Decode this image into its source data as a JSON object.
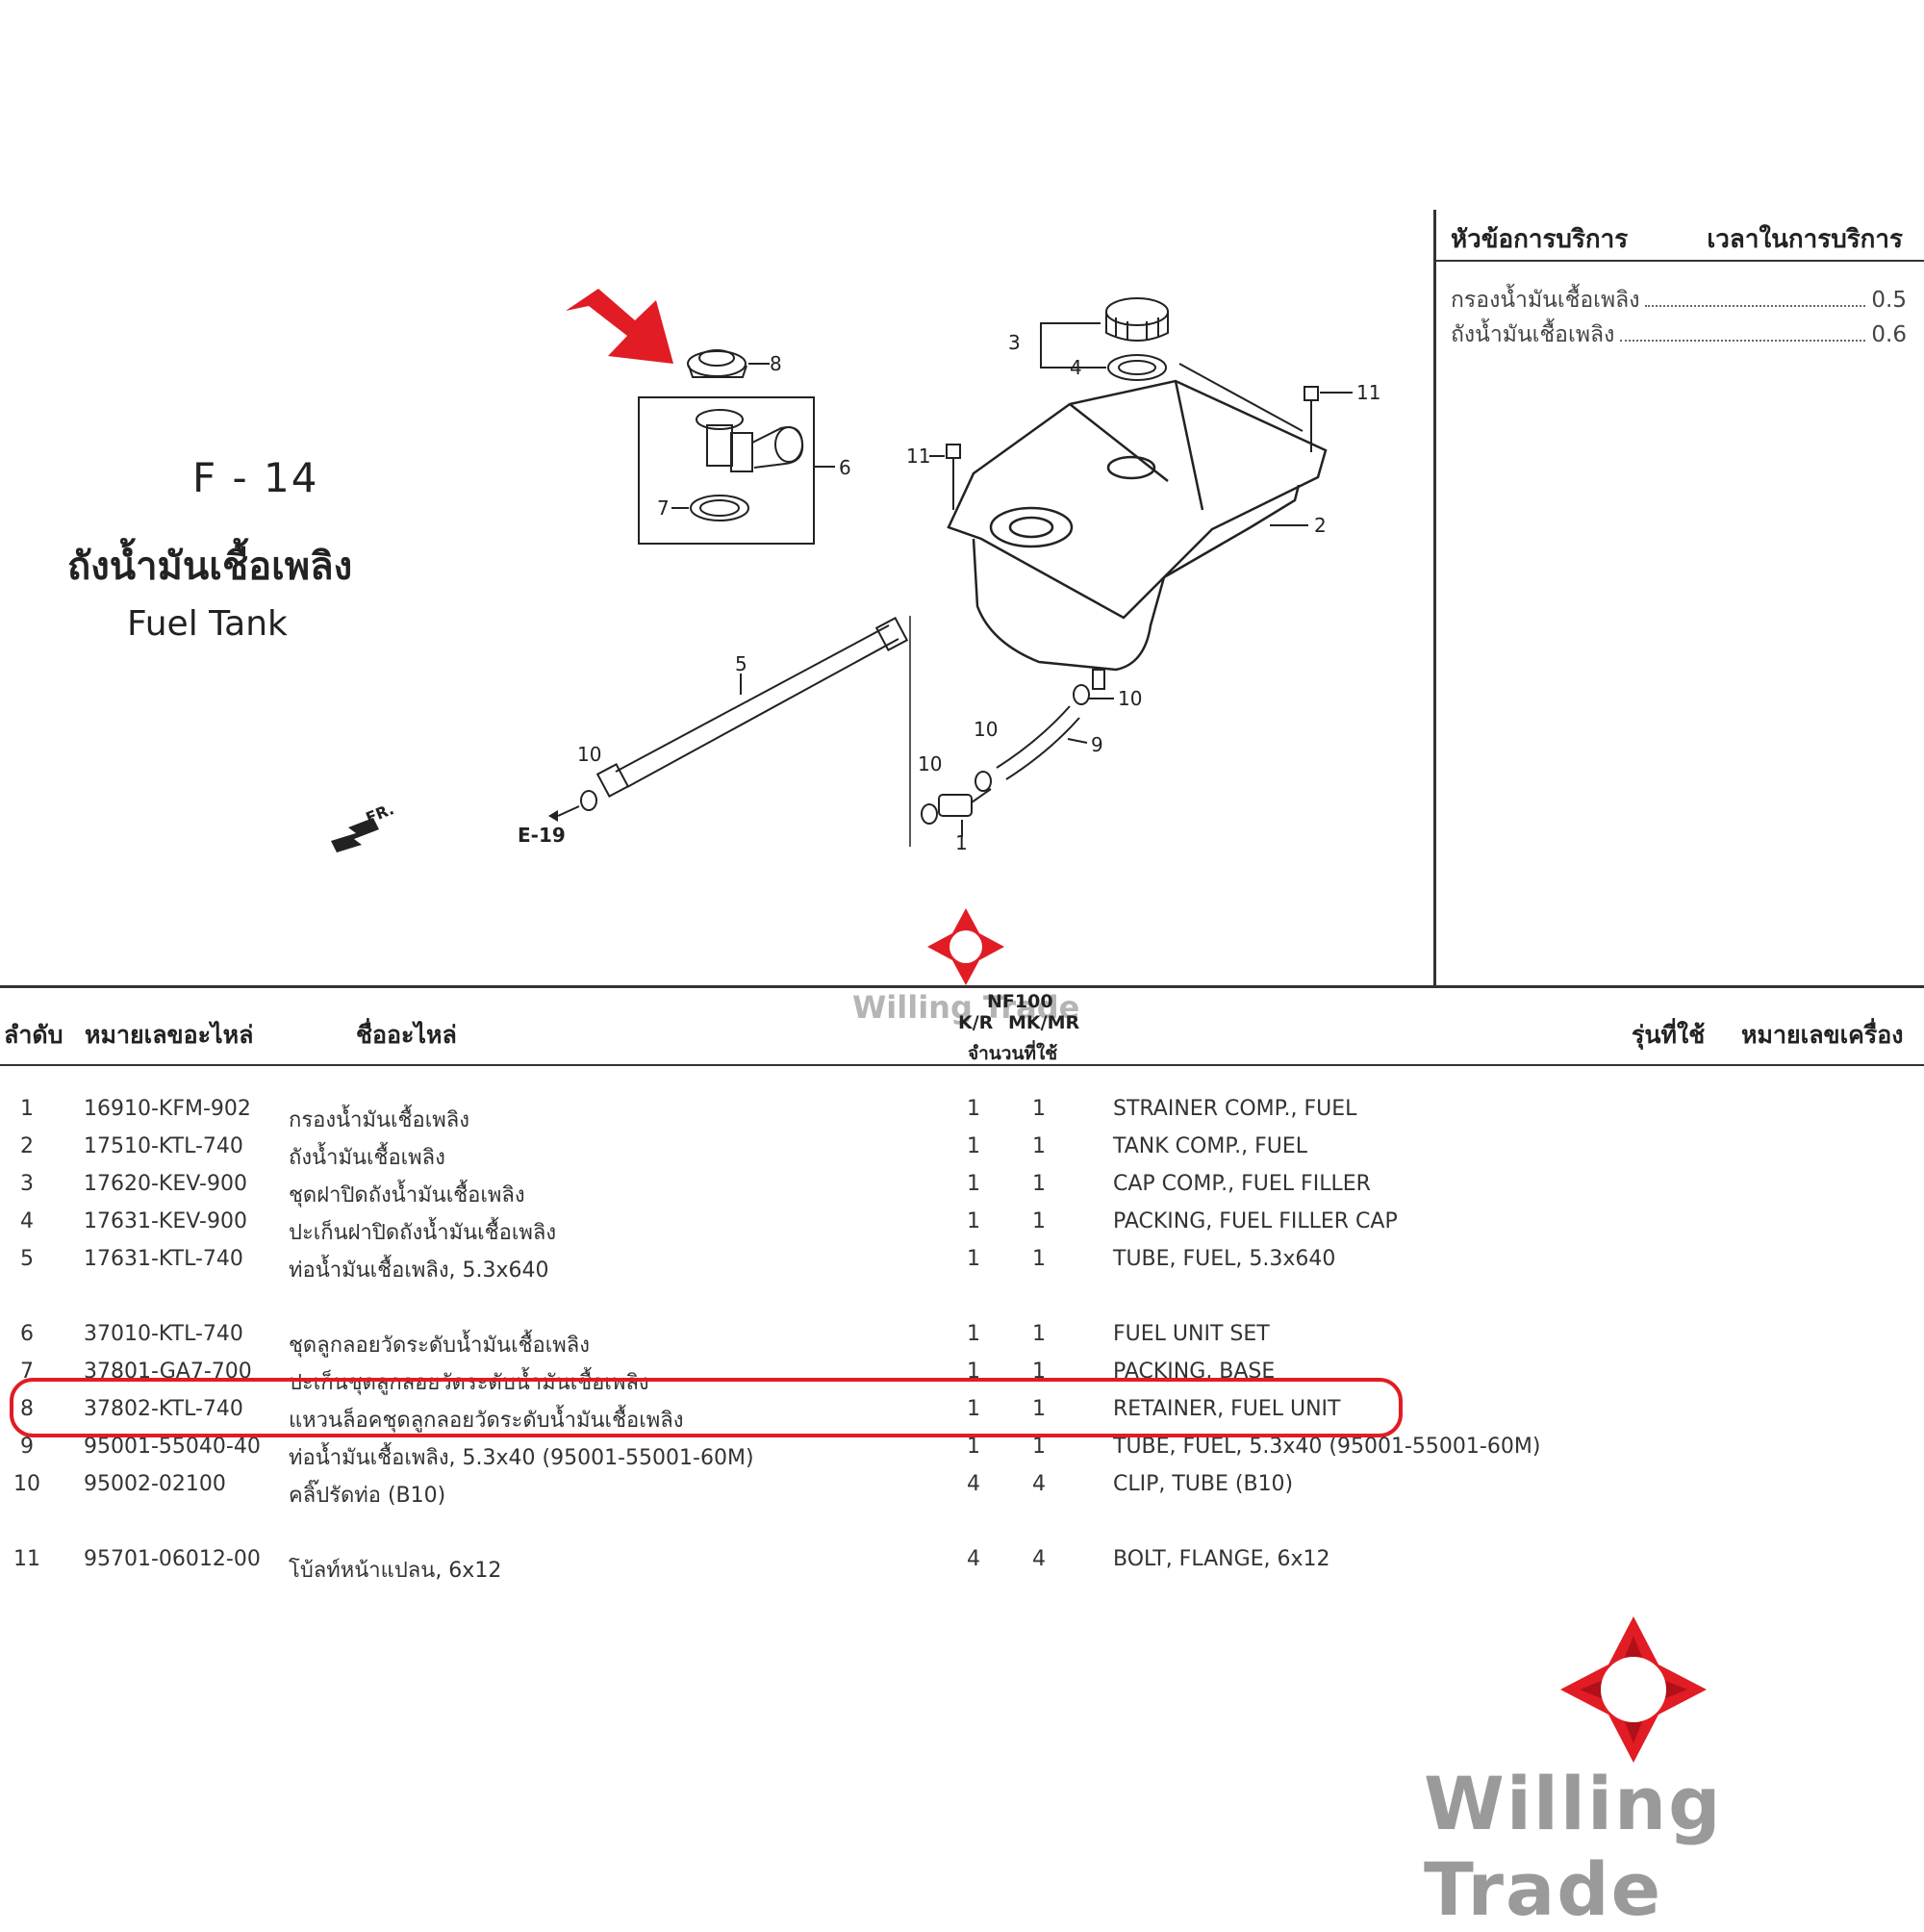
{
  "section": {
    "code": "F - 14",
    "title_th": "ถังน้ำมันเชื้อเพลิง",
    "title_en": "Fuel Tank"
  },
  "service_panel": {
    "header_topic": "หัวข้อการบริการ",
    "header_time": "เวลาในการบริการ",
    "rows": [
      {
        "label": "กรองน้ำมันเชื้อเพลิง",
        "time": "0.5"
      },
      {
        "label": "ถังน้ำมันเชื้อเพลิง",
        "time": "0.6"
      }
    ]
  },
  "diagram": {
    "ref_code": "E-19",
    "fr_label": "FR.",
    "callouts": [
      "1",
      "2",
      "3",
      "4",
      "5",
      "6",
      "7",
      "8",
      "9",
      "10",
      "10",
      "10",
      "10",
      "11",
      "11"
    ],
    "arrow_color": "#e11c24"
  },
  "table": {
    "headers": {
      "no": "ลำดับ",
      "part_no": "หมายเลขอะไหล่",
      "name": "ชื่ออะไหล่",
      "model": "NF100",
      "kr": "K/R",
      "mkmr": "MK/MR",
      "qty": "จำนวนที่ใช้",
      "model_used": "รุ่นที่ใช้",
      "engine_no": "หมายเลขเครื่อง"
    },
    "rows": [
      {
        "no": "1",
        "part_no": "16910-KFM-902",
        "name_th": "กรองน้ำมันเชื้อเพลิง",
        "kr": "1",
        "mk": "1",
        "name_en": "STRAINER COMP., FUEL"
      },
      {
        "no": "2",
        "part_no": "17510-KTL-740",
        "name_th": "ถังน้ำมันเชื้อเพลิง",
        "kr": "1",
        "mk": "1",
        "name_en": "TANK COMP., FUEL"
      },
      {
        "no": "3",
        "part_no": "17620-KEV-900",
        "name_th": "ชุดฝาปิดถังน้ำมันเชื้อเพลิง",
        "kr": "1",
        "mk": "1",
        "name_en": "CAP COMP., FUEL FILLER"
      },
      {
        "no": "4",
        "part_no": "17631-KEV-900",
        "name_th": "ปะเก็นฝาปิดถังน้ำมันเชื้อเพลิง",
        "kr": "1",
        "mk": "1",
        "name_en": "PACKING, FUEL FILLER CAP"
      },
      {
        "no": "5",
        "part_no": "17631-KTL-740",
        "name_th": "ท่อน้ำมันเชื้อเพลิง, 5.3x640",
        "kr": "1",
        "mk": "1",
        "name_en": "TUBE, FUEL, 5.3x640"
      },
      {
        "no": "6",
        "part_no": "37010-KTL-740",
        "name_th": "ชุดลูกลอยวัดระดับน้ำมันเชื้อเพลิง",
        "kr": "1",
        "mk": "1",
        "name_en": "FUEL UNIT SET"
      },
      {
        "no": "7",
        "part_no": "37801-GA7-700",
        "name_th": "ปะเก็นชุดลูกลอยวัดระดับน้ำมันเชื้อเพลิง",
        "kr": "1",
        "mk": "1",
        "name_en": "PACKING, BASE"
      },
      {
        "no": "8",
        "part_no": "37802-KTL-740",
        "name_th": "แหวนล็อคชุดลูกลอยวัดระดับน้ำมันเชื้อเพลิง",
        "kr": "1",
        "mk": "1",
        "name_en": "RETAINER, FUEL UNIT"
      },
      {
        "no": "9",
        "part_no": "95001-55040-40",
        "name_th": "ท่อน้ำมันเชื้อเพลิง, 5.3x40 (95001-55001-60M)",
        "kr": "1",
        "mk": "1",
        "name_en": "TUBE, FUEL, 5.3x40 (95001-55001-60M)"
      },
      {
        "no": "10",
        "part_no": "95002-02100",
        "name_th": "คลิ๊ปรัดท่อ (B10)",
        "kr": "4",
        "mk": "4",
        "name_en": "CLIP, TUBE (B10)"
      },
      {
        "no": "11",
        "part_no": "95701-06012-00",
        "name_th": "โบ้ลท์หน้าแปลน, 6x12",
        "kr": "4",
        "mk": "4",
        "name_en": "BOLT, FLANGE, 6x12"
      }
    ],
    "highlighted_item": "8",
    "highlight_color": "#e11c24"
  },
  "watermark": {
    "brand": "Willing Trade",
    "logo_color": "#e11c24"
  }
}
